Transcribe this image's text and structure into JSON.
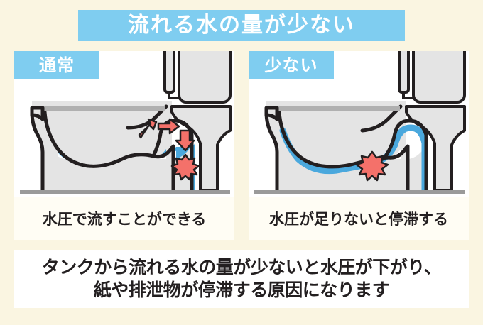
{
  "background_color": "#faf5e1",
  "accent_blue": "#7fcdf0",
  "water_blue": "#4aa8dd",
  "coral": "#f4716a",
  "outline": "#231f20",
  "body_gray": "#e4e4e4",
  "title": {
    "text": "流れる水の量が少ない"
  },
  "panels": [
    {
      "badge": "通常",
      "caption": "水圧で流すことができる",
      "state": "normal",
      "water_level": "full",
      "arrows": [
        "arrow-up-left",
        "arrow-right",
        "arrow-down"
      ],
      "burst": "waste-burst"
    },
    {
      "badge": "少ない",
      "caption": "水圧が足りないと停滞する",
      "state": "insufficient",
      "water_level": "thin-film",
      "arrows": [],
      "burst": "waste-burst"
    }
  ],
  "summary": {
    "text": "タンクから流れる水の量が少ないと水圧が下がり、\n紙や排泄物が停滞する原因になります"
  }
}
